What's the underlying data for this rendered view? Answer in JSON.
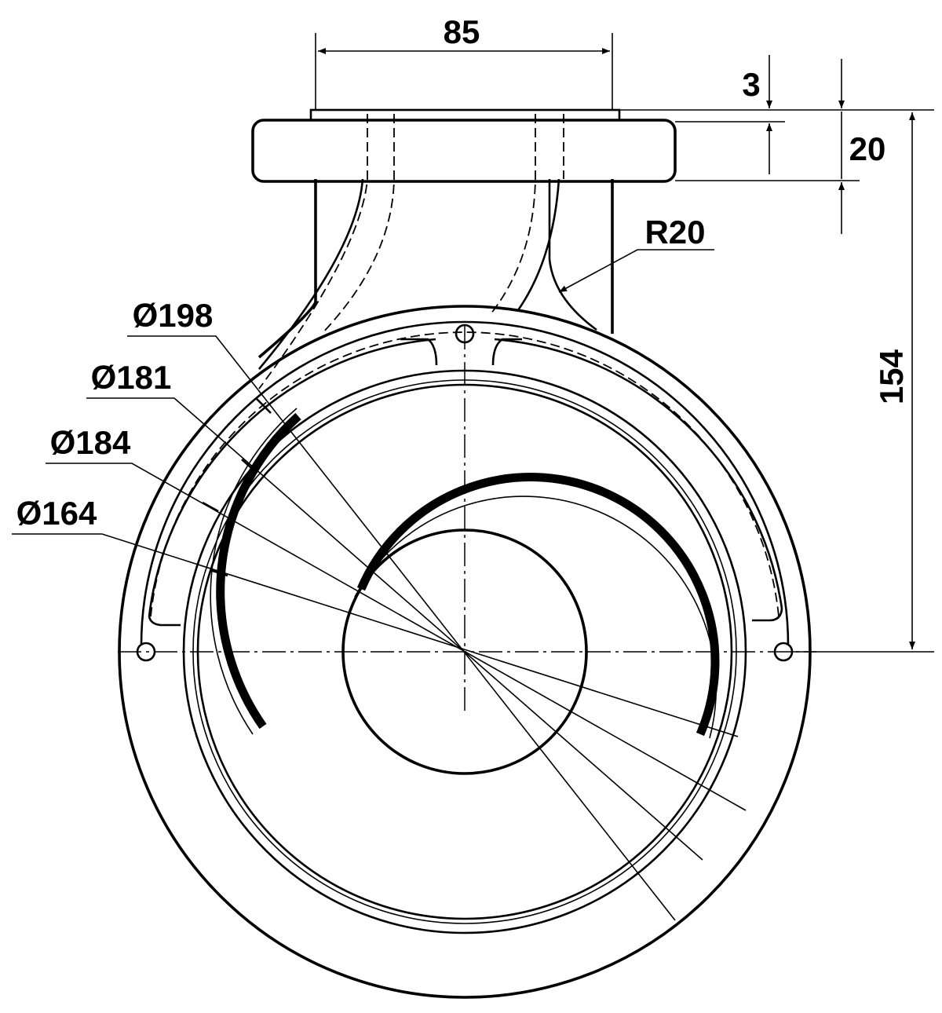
{
  "drawing": {
    "dimensions": {
      "flange_width": "85",
      "gasket_thickness": "3",
      "flange_thickness": "20",
      "fillet_radius": "R20",
      "height": "154",
      "diameter_outer": "Ø198",
      "diameter_181": "Ø181",
      "diameter_184": "Ø184",
      "diameter_164": "Ø164"
    },
    "line_color": "#000000",
    "background_color": "#ffffff"
  }
}
